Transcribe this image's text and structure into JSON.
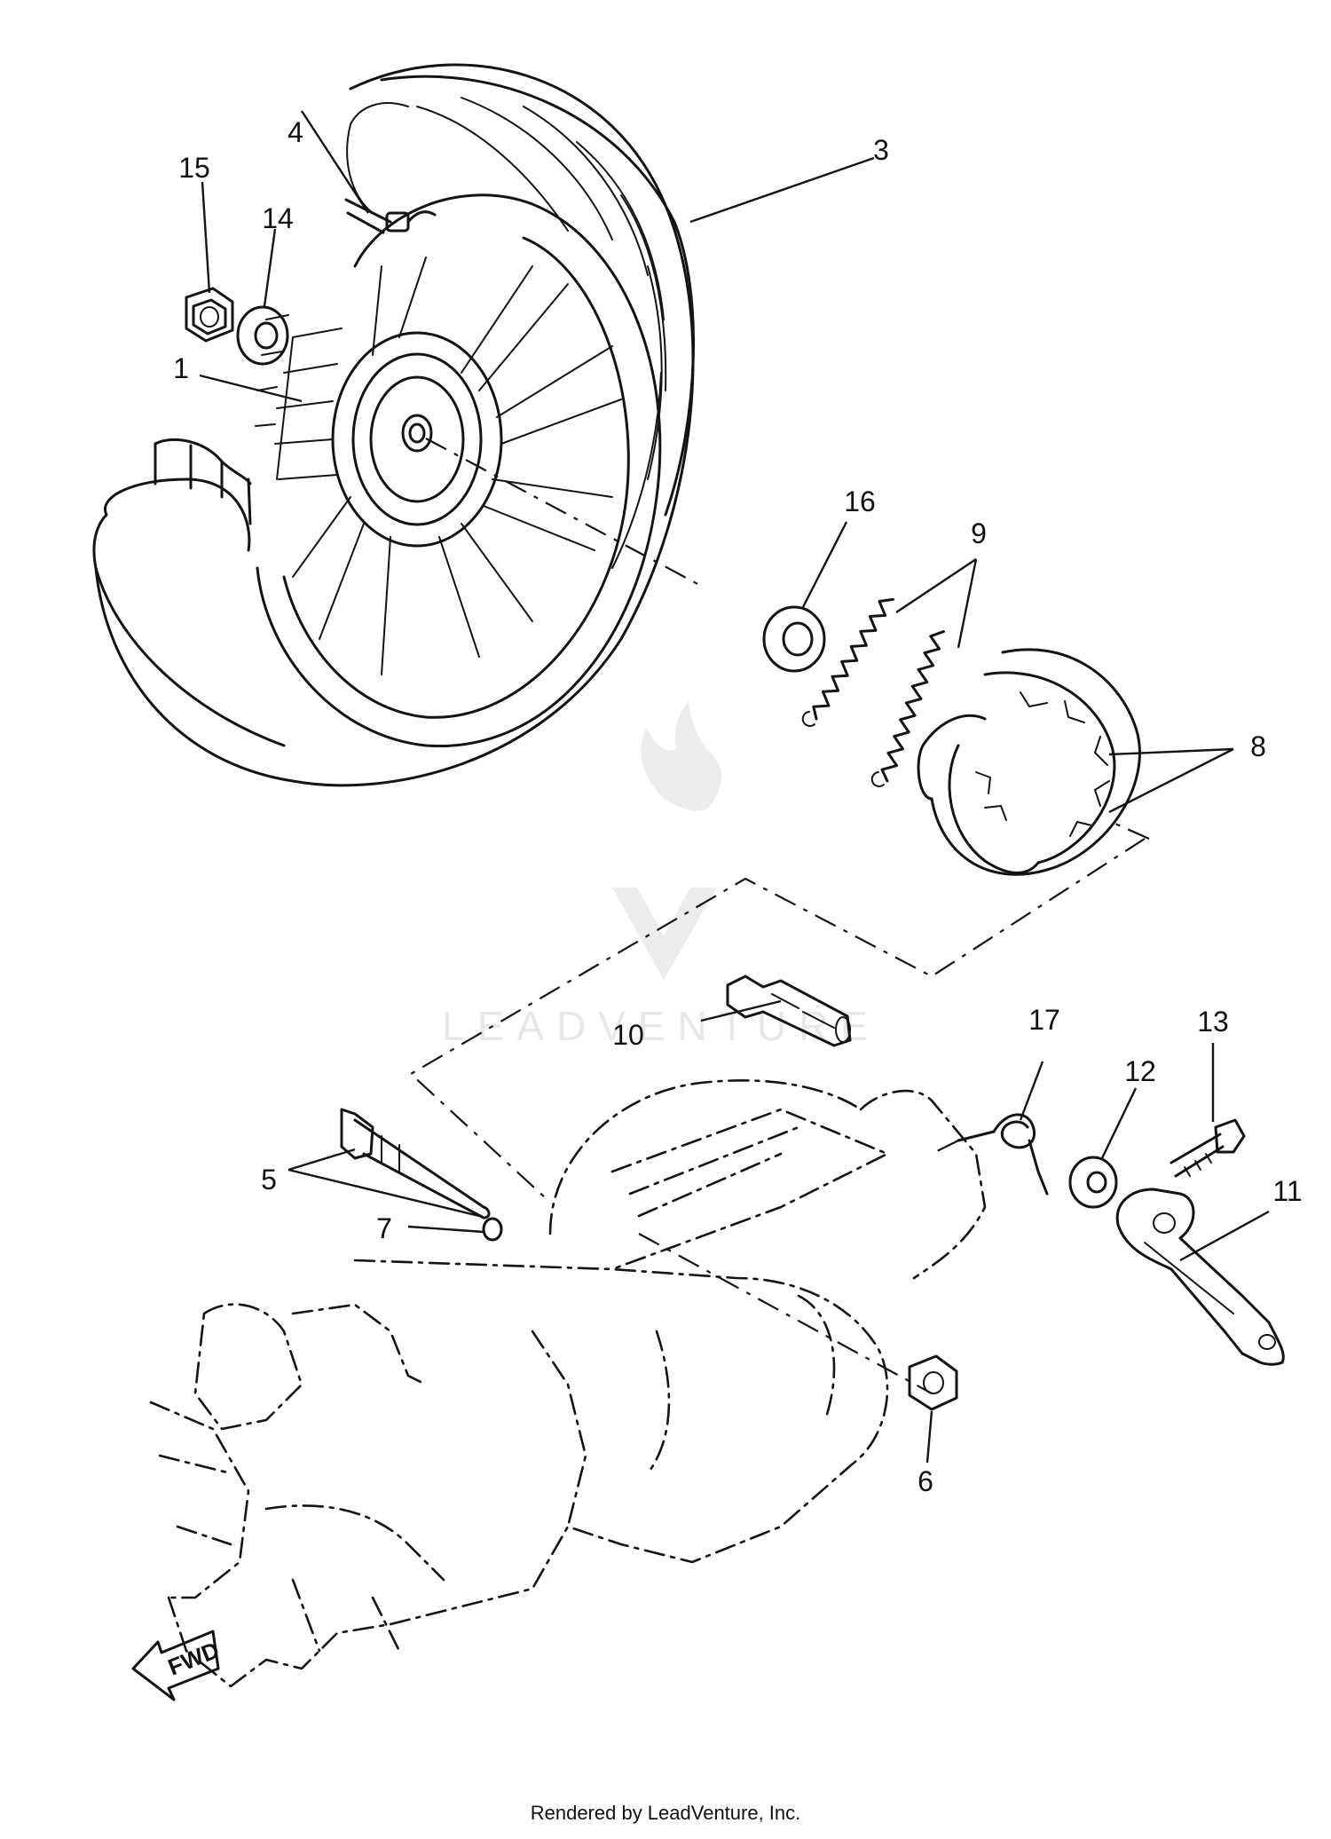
{
  "diagram": {
    "callouts": [
      {
        "id": "1",
        "label": "1"
      },
      {
        "id": "3",
        "label": "3"
      },
      {
        "id": "4",
        "label": "4"
      },
      {
        "id": "5",
        "label": "5"
      },
      {
        "id": "6",
        "label": "6"
      },
      {
        "id": "7",
        "label": "7"
      },
      {
        "id": "8",
        "label": "8"
      },
      {
        "id": "9",
        "label": "9"
      },
      {
        "id": "10",
        "label": "10"
      },
      {
        "id": "11",
        "label": "11"
      },
      {
        "id": "12",
        "label": "12"
      },
      {
        "id": "13",
        "label": "13"
      },
      {
        "id": "14",
        "label": "14"
      },
      {
        "id": "15",
        "label": "15"
      },
      {
        "id": "16",
        "label": "16"
      },
      {
        "id": "17",
        "label": "17"
      }
    ],
    "direction_label": "FWD",
    "watermark": "LEADVENTURE",
    "footer": "Rendered by LeadVenture, Inc."
  }
}
